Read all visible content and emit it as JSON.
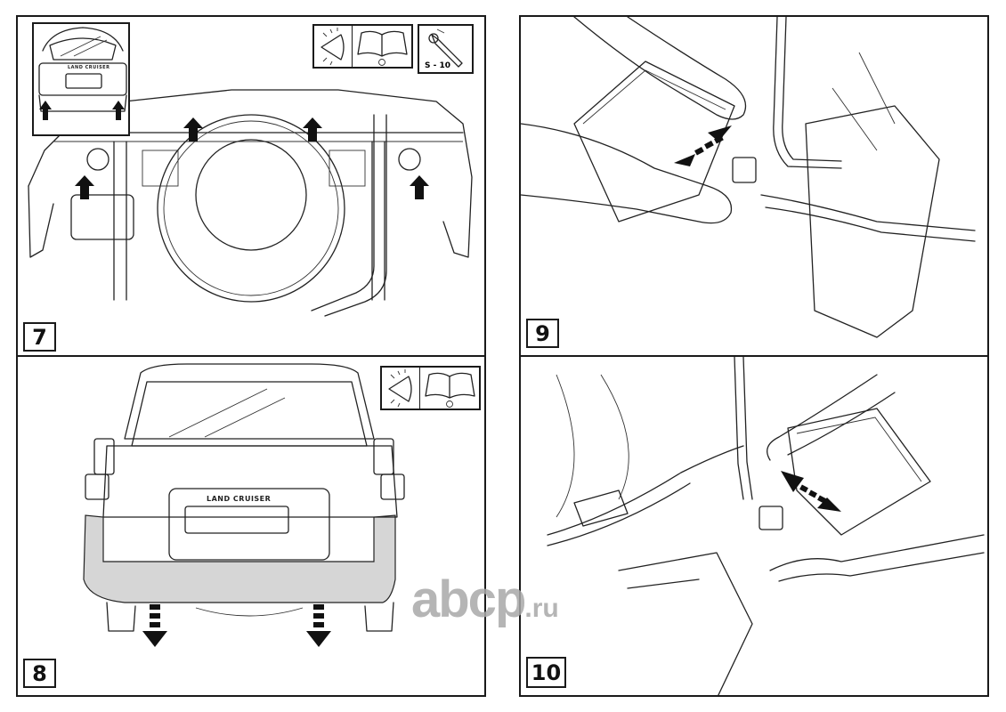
{
  "page": {
    "type": "installation instructions",
    "vehicle_model_badge": "LAND CRUISER"
  },
  "steps": [
    {
      "number": "7",
      "description_icons": [
        "visual-inspection-icon",
        "manual-book-icon"
      ],
      "tool": {
        "icon": "ratchet-wrench-icon",
        "label": "S - 10"
      },
      "inset_label": "LAND CRUISER",
      "arrows": "up-arrows"
    },
    {
      "number": "8",
      "description_icons": [
        "visual-inspection-icon",
        "manual-book-icon"
      ],
      "badge": "LAND CRUISER",
      "arrows": "down-dashed-arrows"
    },
    {
      "number": "9",
      "arrows": "double-dashed-arrow"
    },
    {
      "number": "10",
      "arrows": "double-dashed-arrow"
    }
  ],
  "watermark": {
    "brand": "abcp",
    "suffix": ".ru"
  },
  "colors": {
    "line": "#222222",
    "highlight_gray": "#d6d6d6",
    "watermark": "#a9a9a9",
    "background": "#ffffff"
  }
}
